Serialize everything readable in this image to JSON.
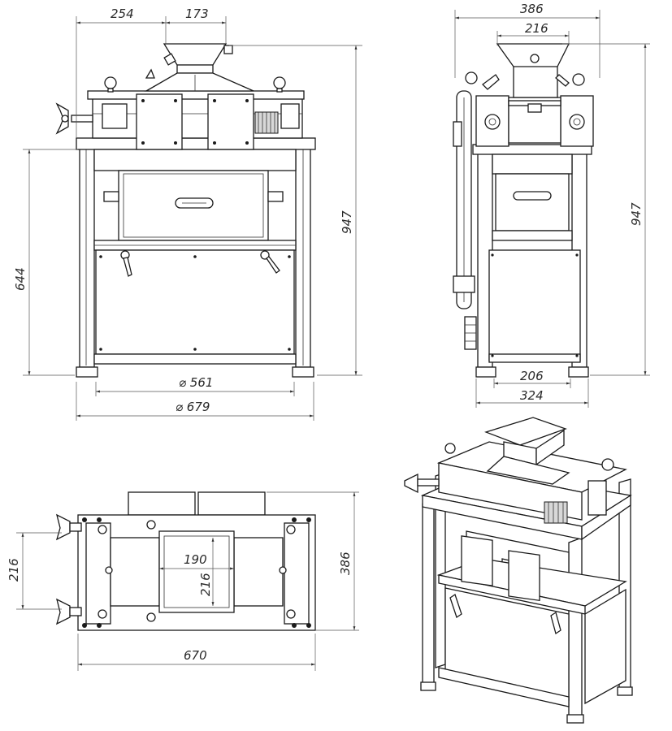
{
  "dimensions": {
    "front_hopper_offset": "254",
    "front_hopper_width": "173",
    "front_height": "947",
    "front_frame_height": "644",
    "front_inner_diameter": "⌀ 561",
    "front_outer_diameter": "⌀ 679",
    "side_width": "386",
    "side_hopper_width": "216",
    "side_height": "947",
    "side_inner_width": "206",
    "side_outer_width": "324",
    "top_depth": "386",
    "top_left_spacing": "216",
    "top_inner_width": "190",
    "top_inner_depth": "216",
    "top_length": "670"
  }
}
